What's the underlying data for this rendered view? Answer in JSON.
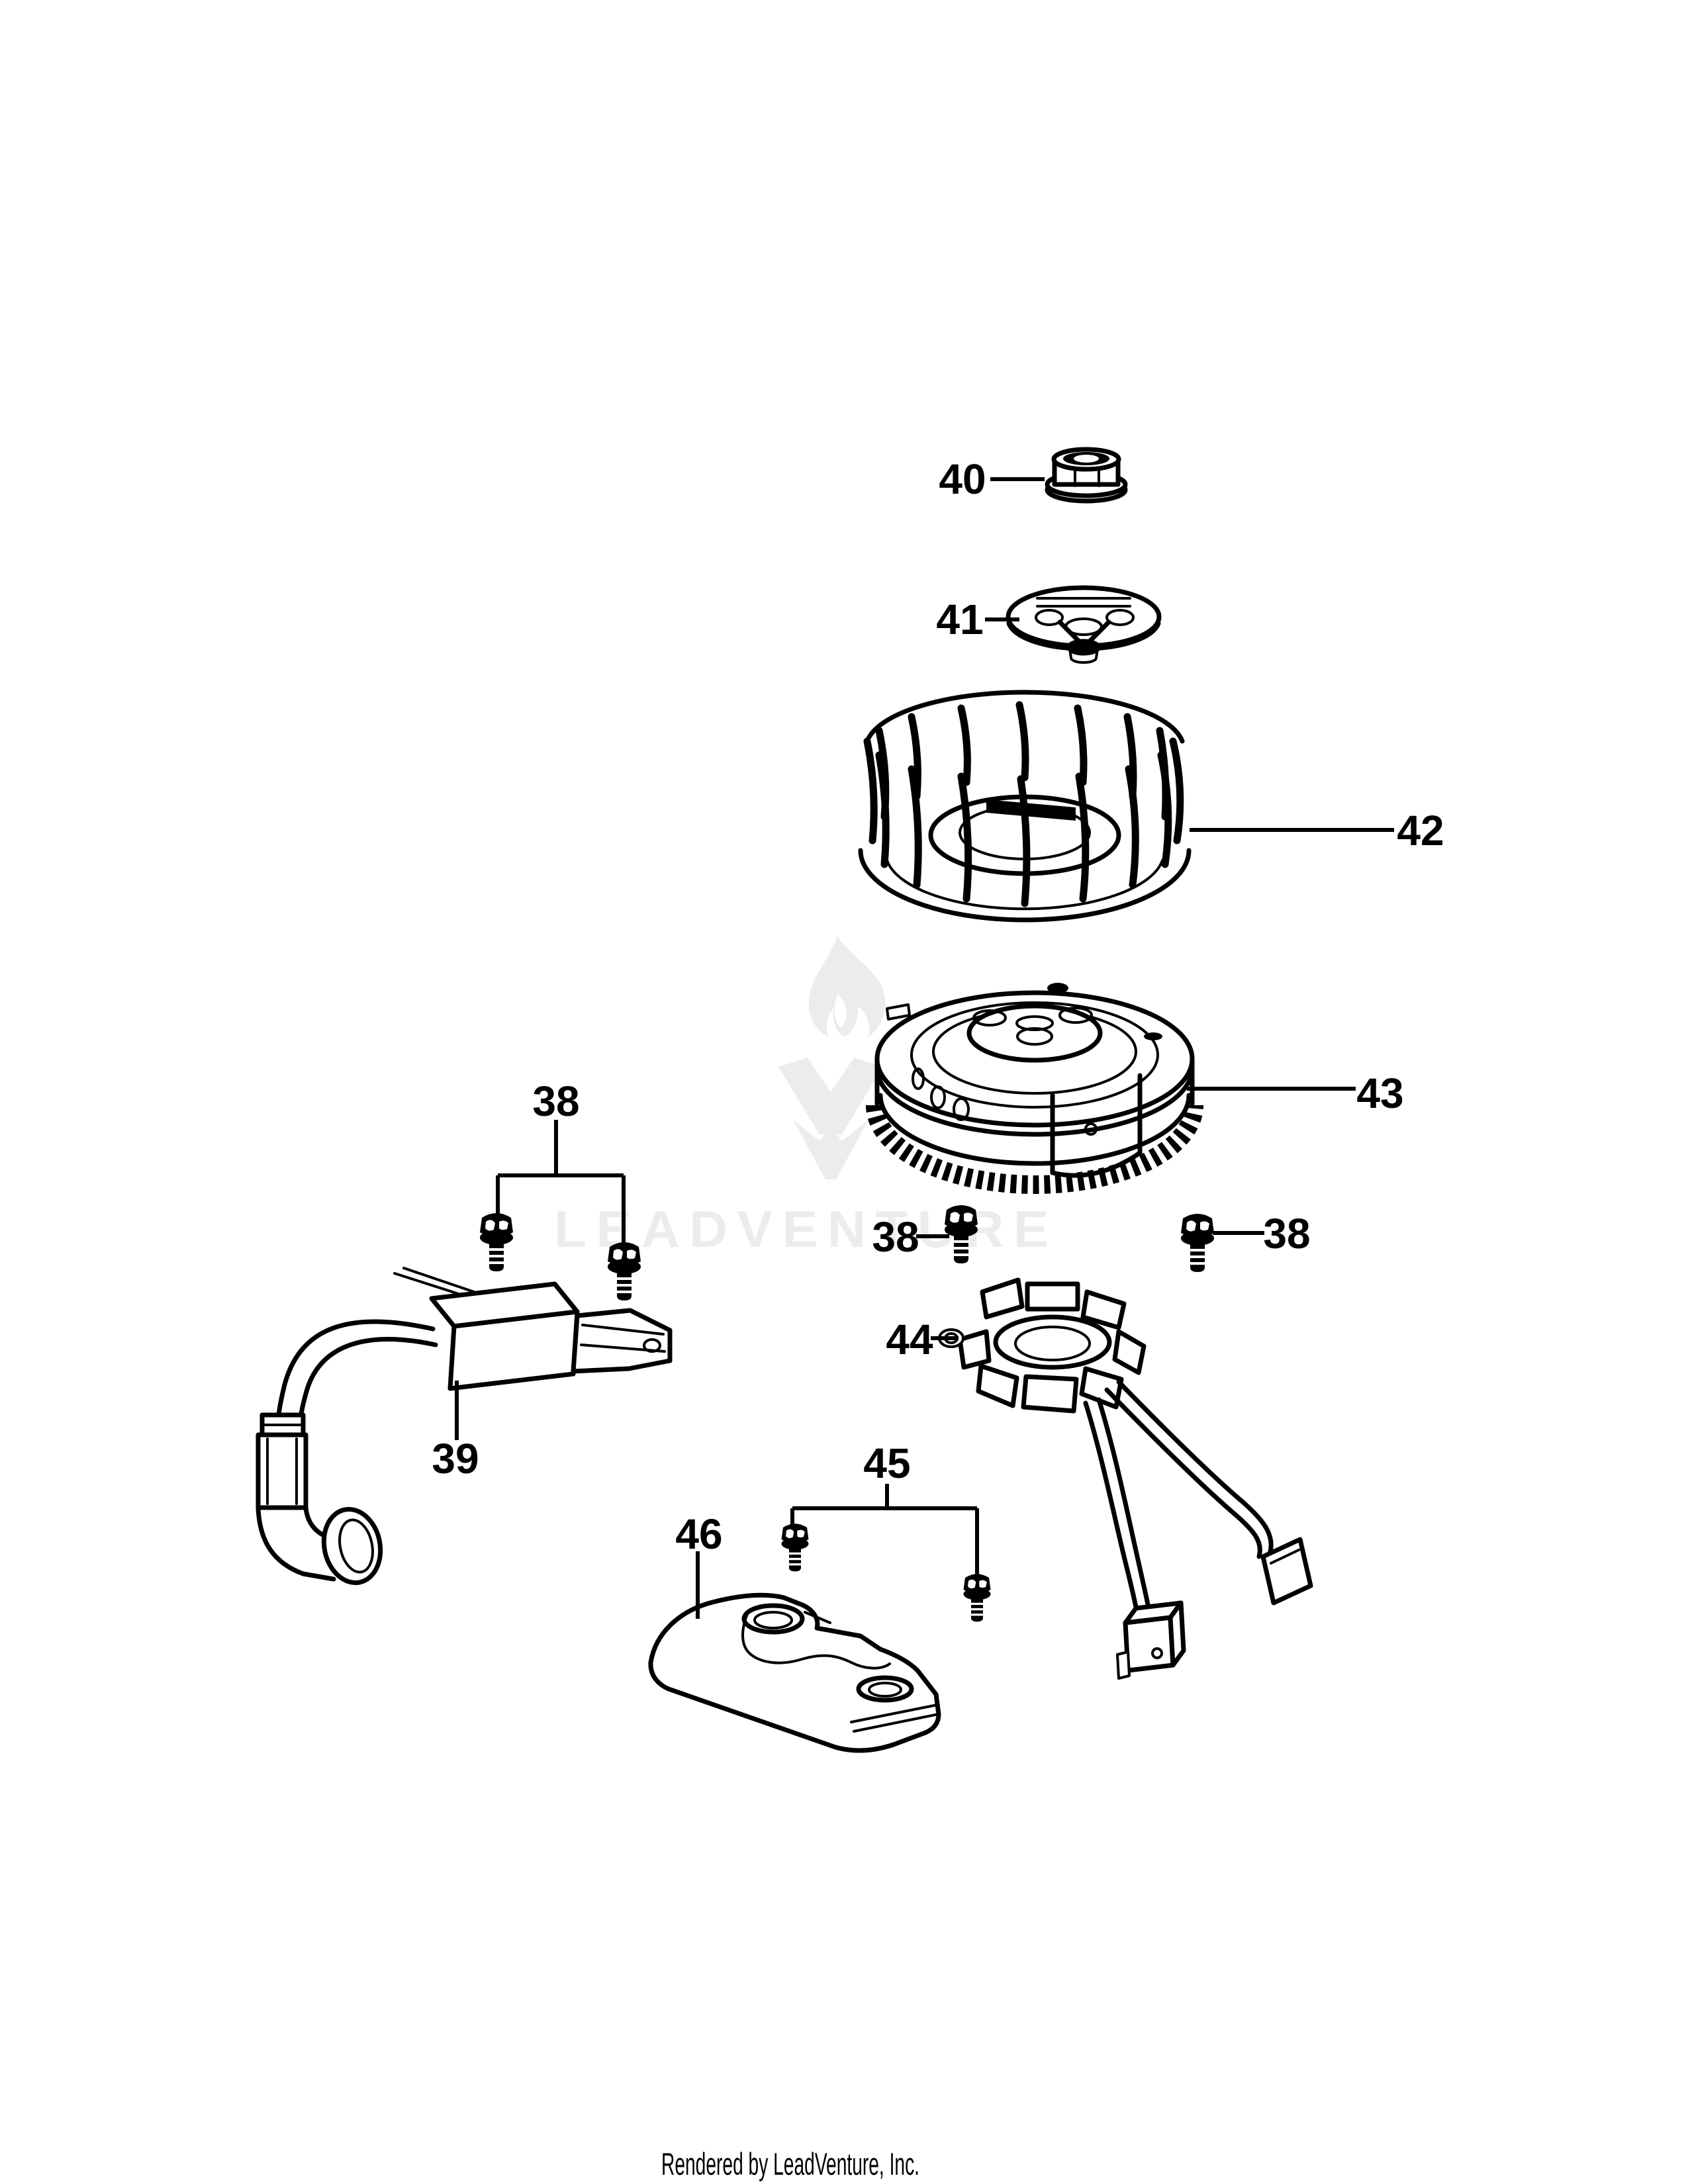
{
  "colors": {
    "ink": "#000000",
    "paper": "#ffffff",
    "watermark": "#ececec"
  },
  "watermark": {
    "text": "LEADVENTURE"
  },
  "footer": {
    "credit": "Rendered by LeadVenture, Inc."
  },
  "callouts": [
    {
      "ref": "38"
    },
    {
      "ref": "38"
    },
    {
      "ref": "38"
    },
    {
      "ref": "39"
    },
    {
      "ref": "40"
    },
    {
      "ref": "41"
    },
    {
      "ref": "42"
    },
    {
      "ref": "43"
    },
    {
      "ref": "44"
    },
    {
      "ref": "45"
    },
    {
      "ref": "46"
    }
  ]
}
